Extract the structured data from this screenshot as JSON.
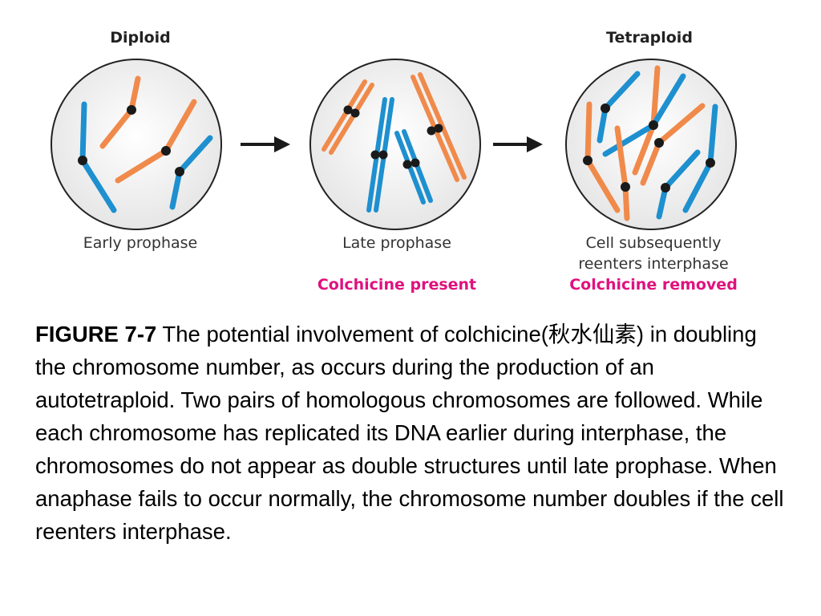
{
  "labels": {
    "diploid": "Diploid",
    "tetraploid": "Tetraploid",
    "early_prophase": "Early prophase",
    "late_prophase": "Late prophase",
    "cell_reenters_line1": "Cell subsequently",
    "cell_reenters_line2": "reenters interphase",
    "colchicine_present": "Colchicine present",
    "colchicine_removed": "Colchicine removed"
  },
  "caption": {
    "figure_number": "FIGURE 7-7",
    "text": " The potential involvement of colchicine(秋水仙素) in doubling the chromosome number, as occurs during the production of an autotetraploid. Two pairs of homologous chromosomes are followed. While each chromosome has replicated its DNA earlier during interphase, the chromosomes do not appear as double structures until late prophase. When anaphase fails to occur normally, the chromosome number doubles if the cell reenters interphase."
  },
  "colors": {
    "orange": "#f08a4b",
    "blue": "#1e90cf",
    "centromere": "#1a1a1a",
    "cell_outline": "#222222",
    "cell_fill": "#f4f4f4",
    "highlight": "#e0117e"
  }
}
